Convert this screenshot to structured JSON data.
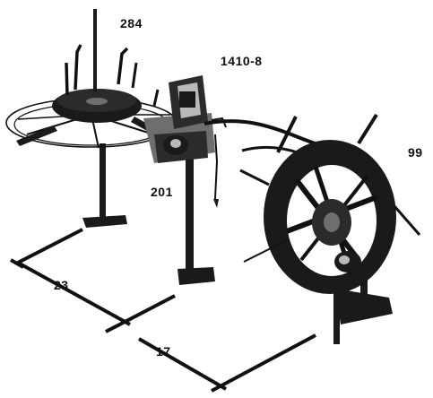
{
  "labels": {
    "spider_reel": "284",
    "control_unit": "1410-8",
    "hose_reel": "99",
    "stand": "201",
    "width_dim": "23",
    "depth_dim": "17"
  }
}
